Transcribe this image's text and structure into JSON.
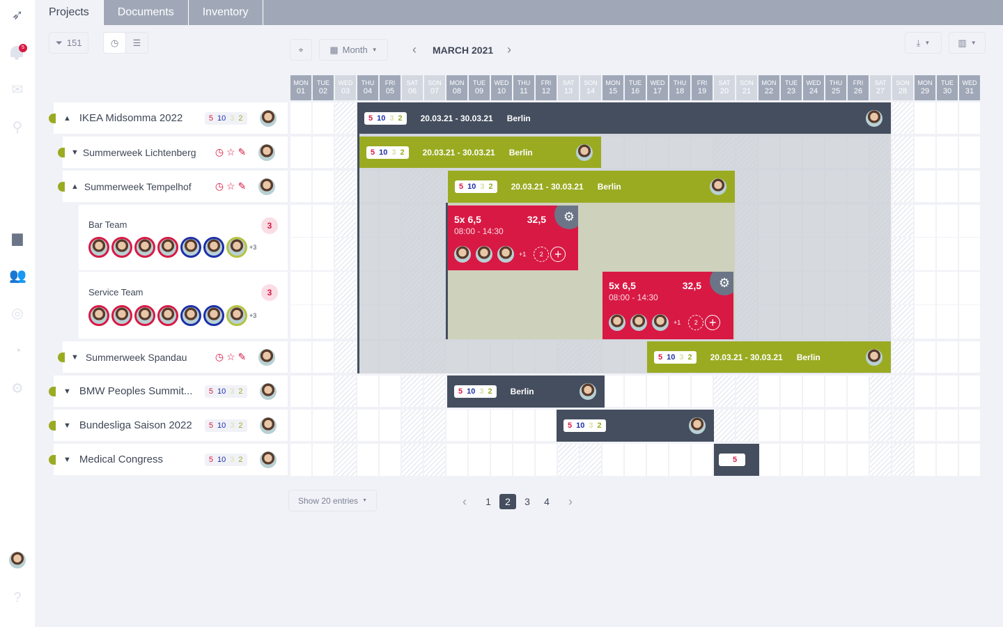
{
  "tabs": [
    "Projects",
    "Documents",
    "Inventory"
  ],
  "notifications_count": "5",
  "toolbar": {
    "filter_count": "151",
    "view_mode": "Month",
    "month_title": "MARCH 2021"
  },
  "days": [
    {
      "d": "MON",
      "n": "01",
      "we": false
    },
    {
      "d": "TUE",
      "n": "02",
      "we": false
    },
    {
      "d": "WED",
      "n": "03",
      "we": true
    },
    {
      "d": "THU",
      "n": "04",
      "we": false
    },
    {
      "d": "FRI",
      "n": "05",
      "we": false
    },
    {
      "d": "SAT",
      "n": "06",
      "we": true
    },
    {
      "d": "SON",
      "n": "07",
      "we": true
    },
    {
      "d": "MON",
      "n": "08",
      "we": false
    },
    {
      "d": "TUE",
      "n": "09",
      "we": false
    },
    {
      "d": "WED",
      "n": "10",
      "we": false
    },
    {
      "d": "THU",
      "n": "11",
      "we": false
    },
    {
      "d": "FRI",
      "n": "12",
      "we": false
    },
    {
      "d": "SAT",
      "n": "13",
      "we": true
    },
    {
      "d": "SON",
      "n": "14",
      "we": true
    },
    {
      "d": "MON",
      "n": "15",
      "we": false
    },
    {
      "d": "TUE",
      "n": "16",
      "we": false
    },
    {
      "d": "WED",
      "n": "17",
      "we": false
    },
    {
      "d": "THU",
      "n": "18",
      "we": false
    },
    {
      "d": "FRI",
      "n": "19",
      "we": false
    },
    {
      "d": "SAT",
      "n": "20",
      "we": true
    },
    {
      "d": "SON",
      "n": "21",
      "we": true
    },
    {
      "d": "MON",
      "n": "22",
      "we": false
    },
    {
      "d": "TUE",
      "n": "23",
      "we": false
    },
    {
      "d": "WED",
      "n": "24",
      "we": false
    },
    {
      "d": "THU",
      "n": "25",
      "we": false
    },
    {
      "d": "FRI",
      "n": "26",
      "we": false
    },
    {
      "d": "SAT",
      "n": "27",
      "we": true
    },
    {
      "d": "SON",
      "n": "28",
      "we": true
    },
    {
      "d": "MON",
      "n": "29",
      "we": false
    },
    {
      "d": "TUE",
      "n": "30",
      "we": false
    },
    {
      "d": "WED",
      "n": "31",
      "we": false
    }
  ],
  "badge": {
    "a": "5",
    "b": "10",
    "c": "3",
    "d": "2"
  },
  "projects": [
    {
      "name": "IKEA Midsomma 2022"
    },
    {
      "name": "Summerweek Lichtenberg"
    },
    {
      "name": "Summerweek Tempelhof"
    },
    {
      "name": "Summerweek Spandau"
    },
    {
      "name": "BMW Peoples Summit..."
    },
    {
      "name": "Bundesliga Saison 2022"
    },
    {
      "name": "Medical Congress"
    }
  ],
  "teams": [
    {
      "name": "Bar Team",
      "count": "3",
      "more": "+3"
    },
    {
      "name": "Service Team",
      "count": "3",
      "more": "+3"
    }
  ],
  "bar": {
    "dates": "20.03.21 - 30.03.21",
    "location": "Berlin",
    "medical_badge": "5"
  },
  "shift": {
    "title": "5x 6,5",
    "total": "32,5",
    "time": "08:00 - 14:30",
    "more": "+1",
    "open": "2"
  },
  "pagination": {
    "entries": "Show 20 entries",
    "pages": [
      "1",
      "2",
      "3",
      "4"
    ]
  }
}
